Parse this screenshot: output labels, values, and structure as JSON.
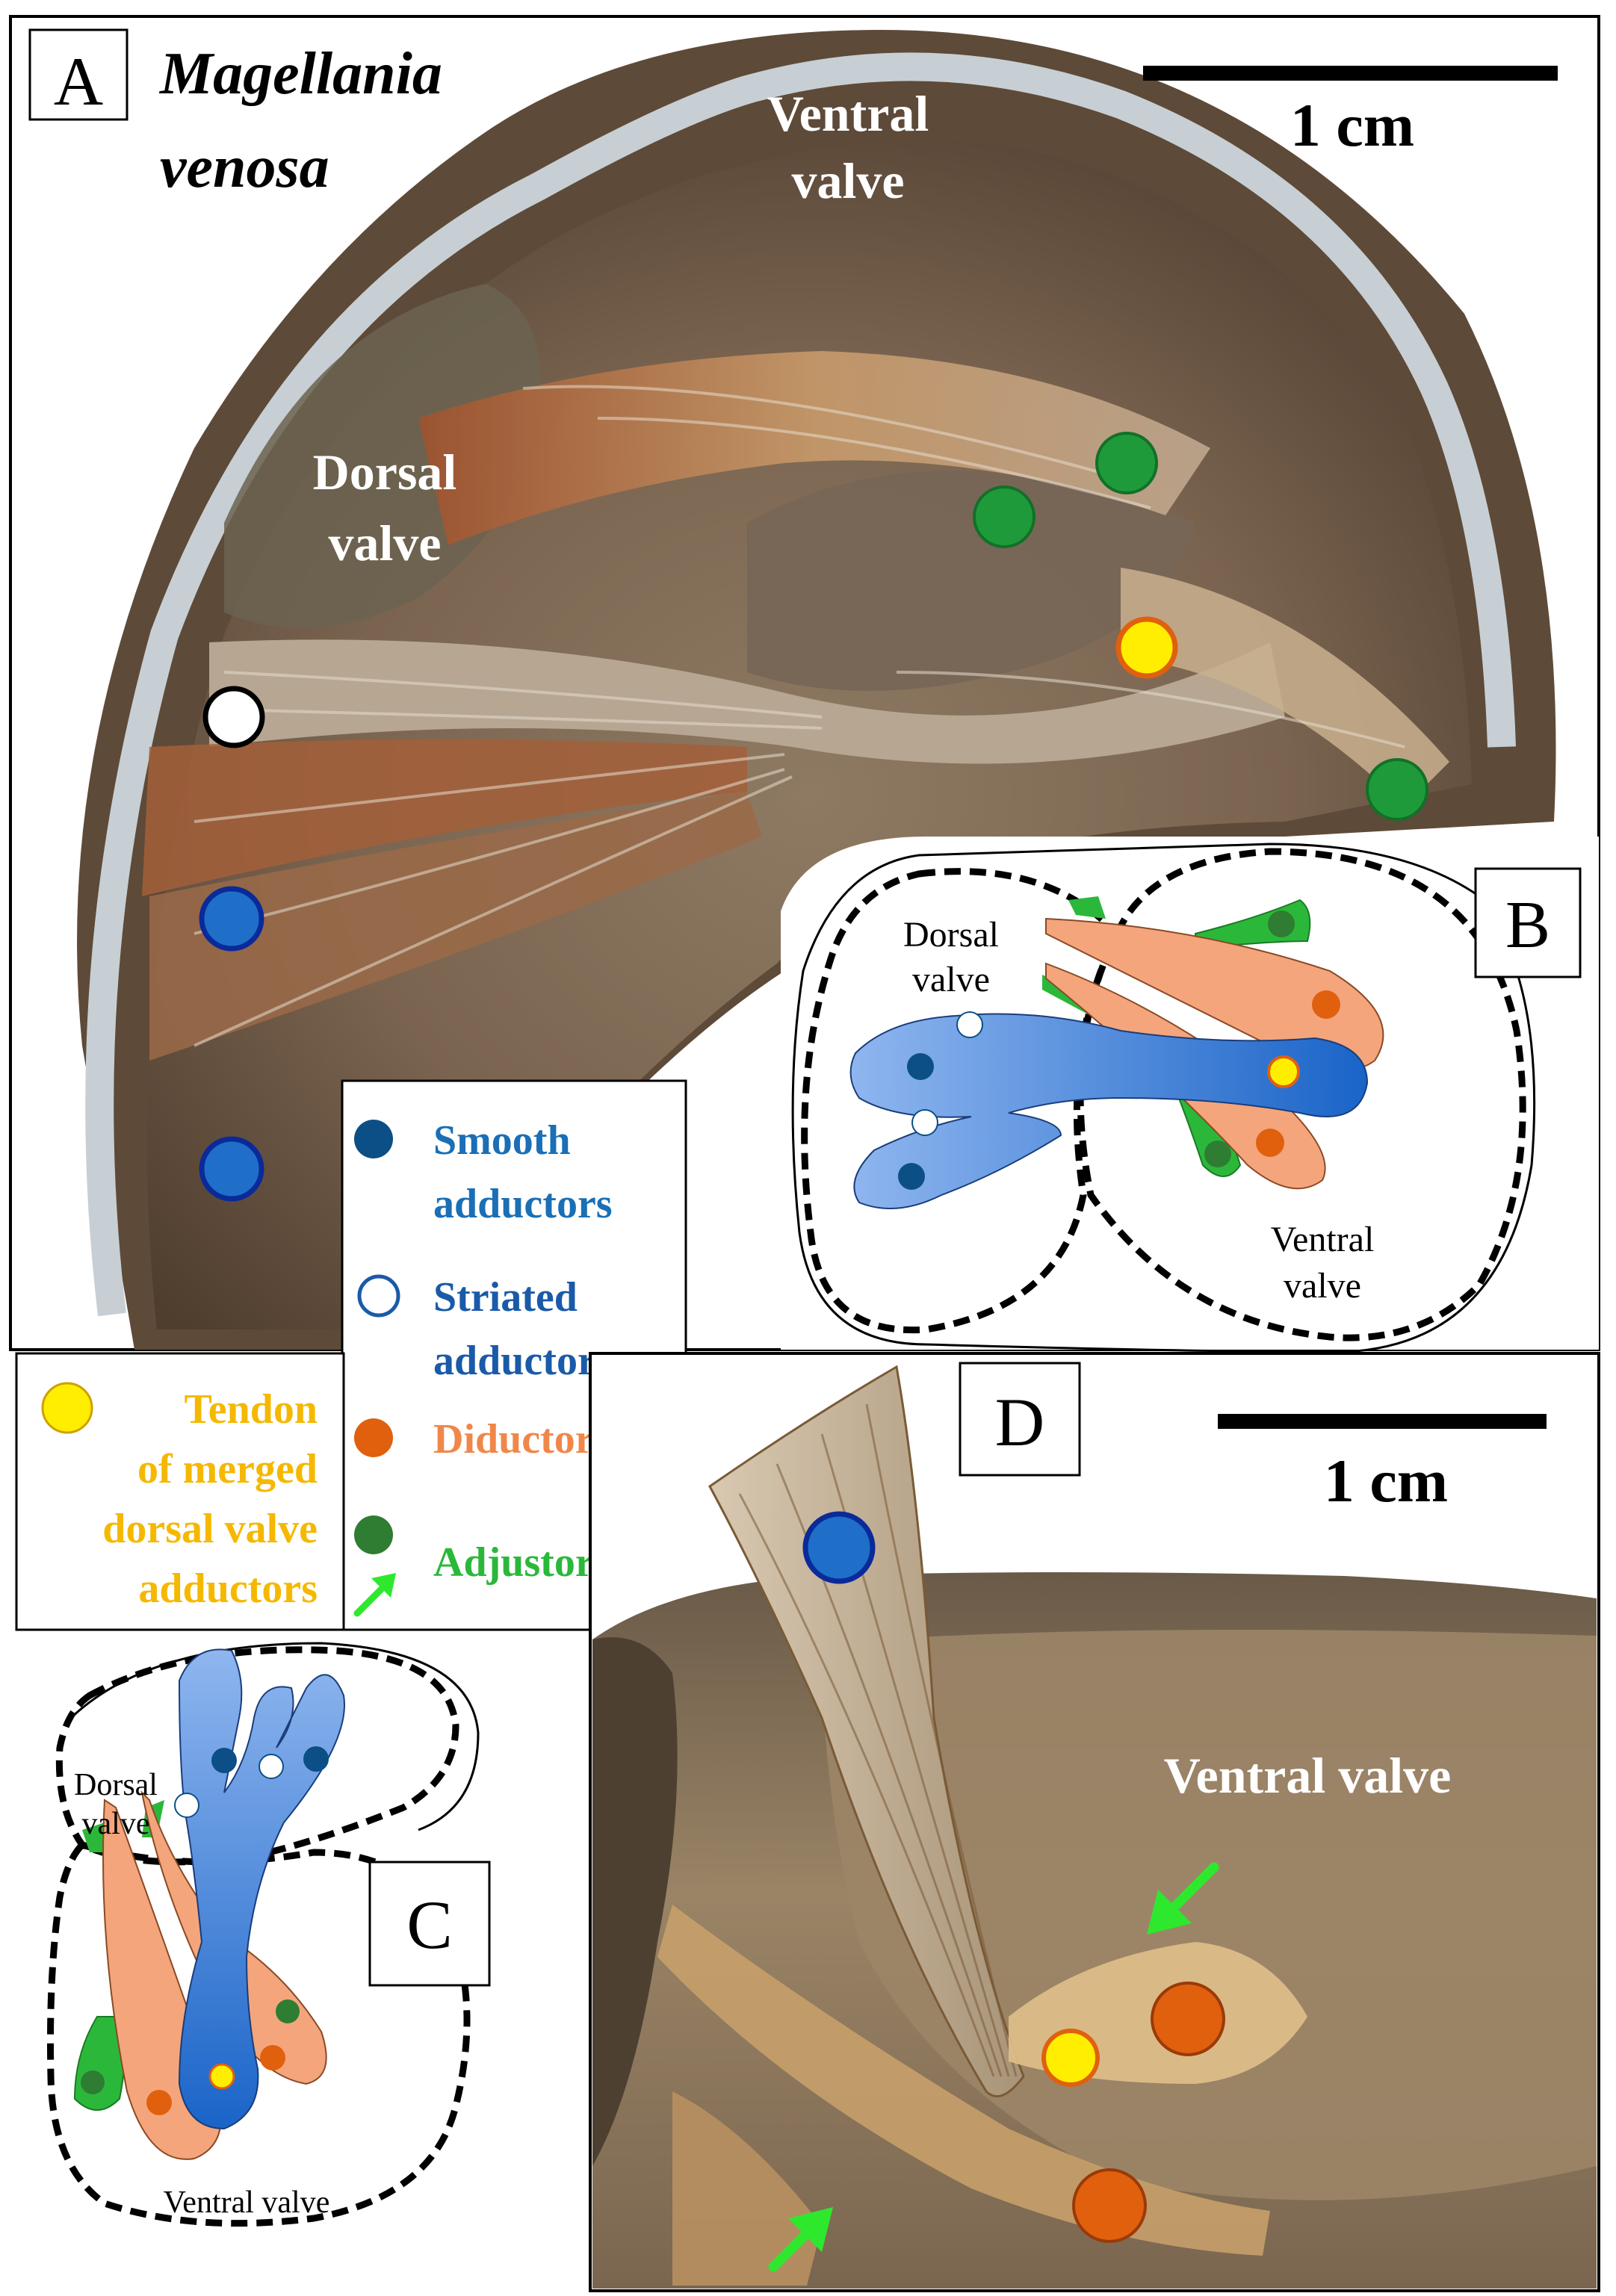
{
  "panels": {
    "a": {
      "label": "A",
      "species_line1": "Magellania",
      "species_line2": "venosa",
      "scale_label": "1 cm",
      "ventral_line1": "Ventral",
      "ventral_line2": "valve",
      "dorsal_line1": "Dorsal",
      "dorsal_line2": "valve"
    },
    "b": {
      "label": "B",
      "dorsal_line1": "Dorsal",
      "dorsal_line2": "valve",
      "ventral_line1": "Ventral",
      "ventral_line2": "valve"
    },
    "c": {
      "label": "C",
      "dorsal_line1": "Dorsal",
      "dorsal_line2": "valve",
      "ventral": "Ventral valve"
    },
    "d": {
      "label": "D",
      "scale_label": "1 cm",
      "ventral": "Ventral valve"
    }
  },
  "legend": {
    "smooth_line1": "Smooth",
    "smooth_line2": "adductors",
    "striated_line1": "Striated",
    "striated_line2": "adductors",
    "tendon_line1": "Tendon",
    "tendon_line2": "of merged",
    "tendon_line3": "dorsal valve",
    "tendon_line4": "adductors",
    "diductors": "Diductors",
    "adjustors": "Adjustors"
  },
  "colors": {
    "smooth": "#1f6fc9",
    "smooth_dark": "#0b4f86",
    "striated": "#ffffff",
    "tendon": "#ffee00",
    "tendon_text": "#f5b800",
    "diductor": "#e0600e",
    "diductor_text": "#f0874a",
    "diductor_fill": "#f4a57c",
    "adjustor": "#1f9a3a",
    "adjustor_text": "#2bb83a",
    "adjustor_dark": "#2e7d32",
    "arrow": "#2ee82e",
    "smooth_text": "#1a6fb5",
    "striated_text": "#1a5aa8"
  },
  "icons": [
    "green-arrow-icon"
  ]
}
